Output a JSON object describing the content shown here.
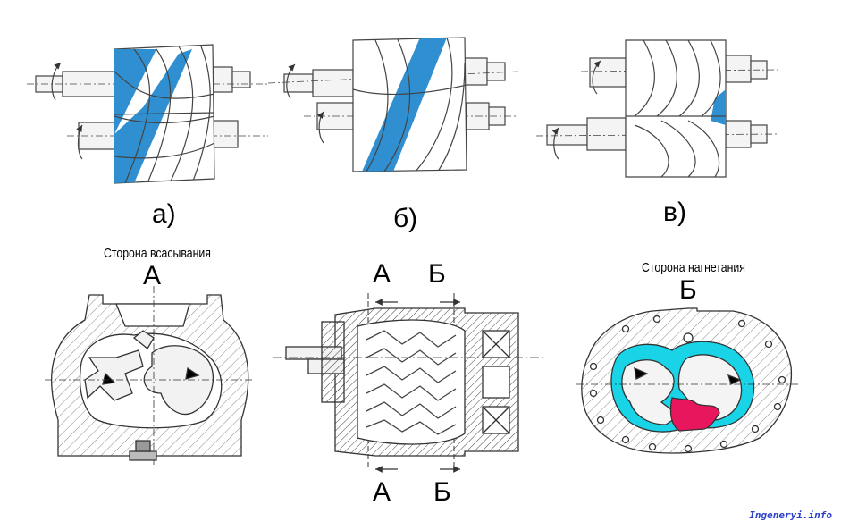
{
  "captions": {
    "a": "а)",
    "b": "б)",
    "c": "в)"
  },
  "suction_side": {
    "title": "Сторона всасывания",
    "letter": "А"
  },
  "discharge_side": {
    "title": "Сторона нагнетания",
    "letter": "Б"
  },
  "section_marks": {
    "a_top": "А",
    "b_top": "Б",
    "a_bottom": "А",
    "b_bottom": "Б"
  },
  "watermark": "Ingeneryi.info",
  "colors": {
    "stroke": "#333333",
    "blue": "#2f8fd0",
    "cyan": "#19d3e6",
    "magenta": "#e8175d",
    "hatch": "#7a7a7a"
  }
}
